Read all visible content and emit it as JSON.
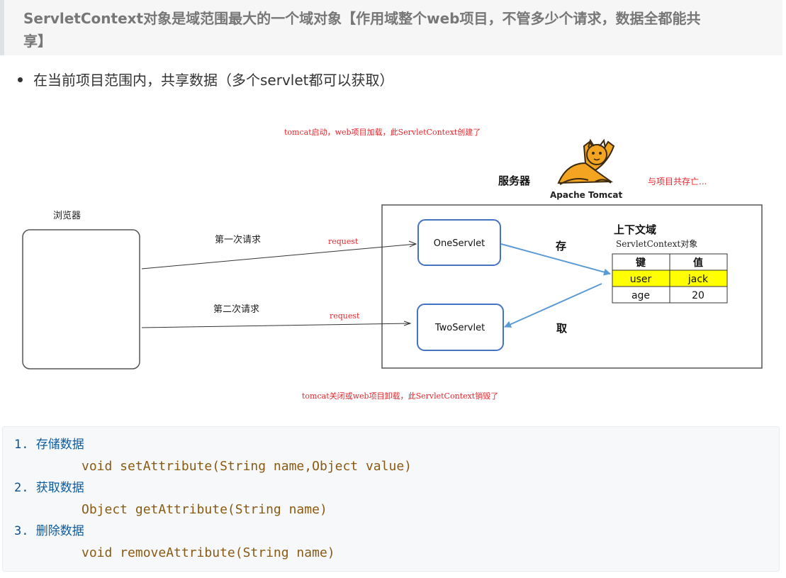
{
  "quote": {
    "line1": "ServletContext对象是域范围最大的一个域对象【作用域整个web项目，不管多少个请求，数据全都能共",
    "line2": "享】"
  },
  "bullet": "在当前项目范围内，共享数据（多个servlet都可以获取）",
  "diagram": {
    "top_note": "tomcat启动，web项目加载，此ServletContext创建了",
    "bottom_note": "tomcat关闭或web项目卸载，此ServletContext销毁了",
    "server_label": "服务器",
    "tomcat_logo_text": "Apache Tomcat",
    "lifecycle_note": "与项目共存亡...",
    "browser_label": "浏览器",
    "first_request": "第一次请求",
    "second_request": "第二次请求",
    "request_label_1": "request",
    "request_label_2": "request",
    "servlet_one": "OneServlet",
    "servlet_two": "TwoServlet",
    "store": "存",
    "fetch": "取",
    "context_title": "上下文域",
    "context_subtitle": "ServletContext对象",
    "table": {
      "headers": [
        "键",
        "值"
      ],
      "rows": [
        {
          "key": "user",
          "value": "jack",
          "highlight": true
        },
        {
          "key": "age",
          "value": "20",
          "highlight": false
        }
      ]
    },
    "colors": {
      "red_note": "#e8262d",
      "servlet_border": "#4472c4",
      "arrow_blue": "#5b9bd5",
      "highlight": "#ffff00"
    }
  },
  "code": [
    {
      "num": "1.",
      "label": "存储数据",
      "code": "void setAttribute(String name,Object value)"
    },
    {
      "num": "2.",
      "label": "获取数据",
      "code": "Object getAttribute(String name)"
    },
    {
      "num": "3.",
      "label": "删除数据",
      "code": "void removeAttribute(String name)"
    }
  ]
}
